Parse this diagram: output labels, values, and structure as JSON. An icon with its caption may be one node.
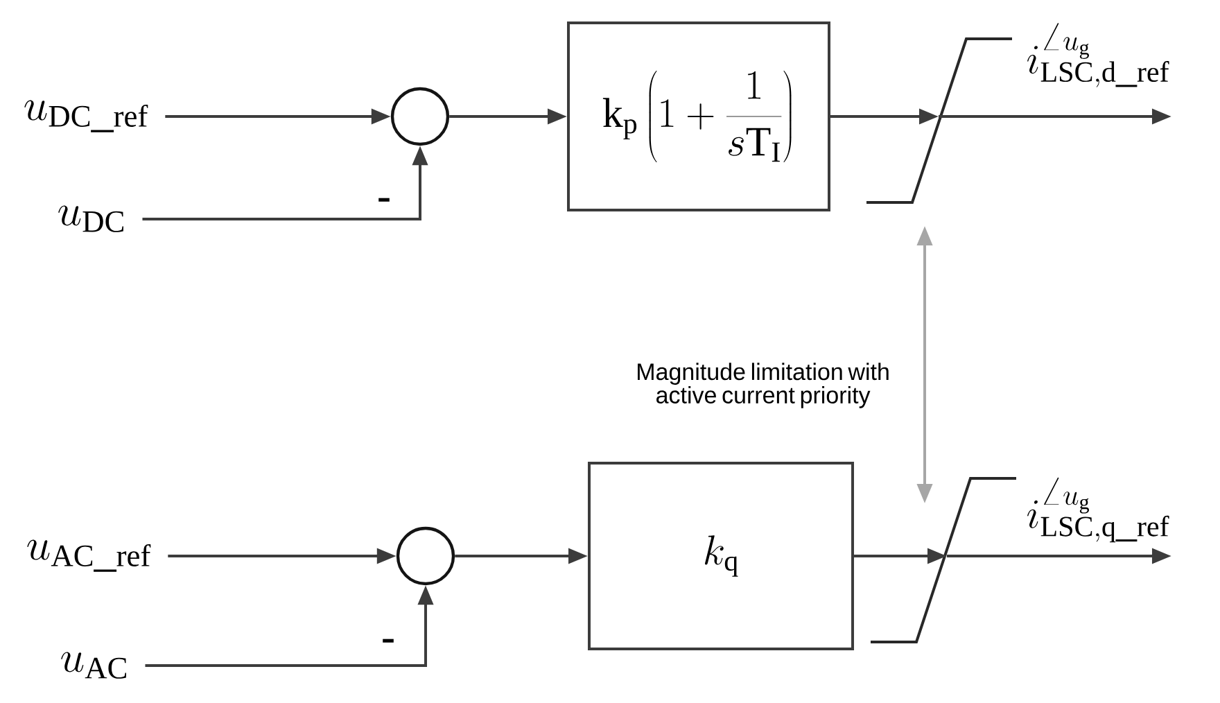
{
  "diagram": {
    "nodes": [
      {
        "text": [
          "u_{\\mathrm{DC\\_ref}}"
        ]
      },
      {
        "text": [
          "u_{\\mathrm{DC}}"
        ]
      },
      {
        "text": [],
        "shape": "circle"
      },
      {
        "text": [
          "\\mathrm{k}_{\\mathrm{p}}\\left(1+\\frac{1}{s\\mathrm{T}_{\\mathrm{I}}}\\right)"
        ]
      },
      {
        "text": [],
        "shape": "picture"
      },
      {
        "text": [
          "i_{\\mathrm{LSC,d\\_ref}}^{\\angle u_{\\mathrm{g}}}"
        ]
      },
      {
        "text": [
          "u_{\\mathrm{AC\\_ref}}"
        ]
      },
      {
        "text": [
          "u_{\\mathrm{AC}}"
        ]
      },
      {
        "text": [],
        "shape": "circle"
      },
      {
        "text": [
          "k_{\\mathrm{q}}"
        ]
      },
      {
        "text": [],
        "shape": "picture"
      },
      {
        "text": [
          "i_{\\mathrm{LSC,q\\_ref}}^{\\angle u_{\\mathrm{g}}}"
        ]
      }
    ],
    "edges": [
      {
        "from": 0,
        "to": 2,
        "arrow": "to"
      },
      {
        "from": 1,
        "to": 2,
        "arrow": "to"
      },
      {
        "from": 2,
        "to": 3,
        "arrow": "to"
      },
      {
        "from": 3,
        "to": 4,
        "arrow": "to"
      },
      {
        "from": 4,
        "to": 5,
        "arrow": "to"
      },
      {
        "from": 4,
        "to": 10,
        "arrow": "both",
        "color": "#a6a6a6",
        "label": "Magnitude limitation with active current priority"
      },
      {
        "from": 6,
        "to": 8,
        "arrow": "to"
      },
      {
        "from": 7,
        "to": 8,
        "arrow": "to"
      },
      {
        "from": 8,
        "to": 9,
        "arrow": "to"
      },
      {
        "from": 9,
        "to": 10,
        "arrow": "to"
      },
      {
        "from": 10,
        "to": 11,
        "arrow": "to"
      }
    ],
    "labels": [
      "-",
      "-"
    ]
  }
}
